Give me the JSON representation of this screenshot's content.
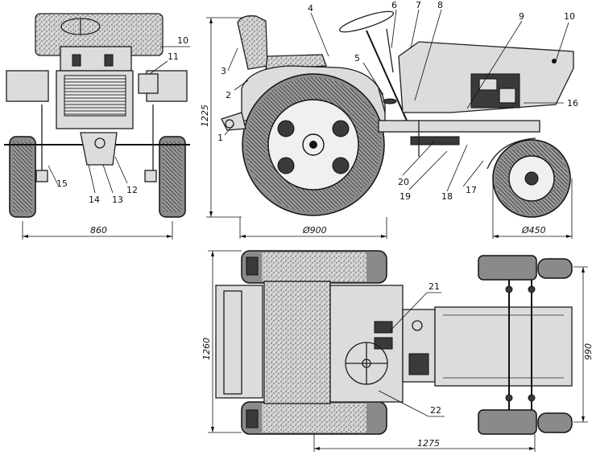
{
  "callouts": {
    "c1": "1",
    "c2": "2",
    "c3": "3",
    "c4": "4",
    "c5": "5",
    "c6": "6",
    "c7": "7",
    "c8": "8",
    "c9": "9",
    "c10a": "10",
    "c10b": "10",
    "c11": "11",
    "c12": "12",
    "c13": "13",
    "c14": "14",
    "c15": "15",
    "c16": "16",
    "c17": "17",
    "c18": "18",
    "c19": "19",
    "c20": "20",
    "c21": "21",
    "c22": "22"
  },
  "dimensions": {
    "track_width": "860",
    "overall_height": "1225",
    "rear_wheel_dia": "Ø900",
    "front_wheel_dia": "Ø450",
    "overall_width": "1260",
    "front_track": "990",
    "wheelbase": "1275"
  }
}
